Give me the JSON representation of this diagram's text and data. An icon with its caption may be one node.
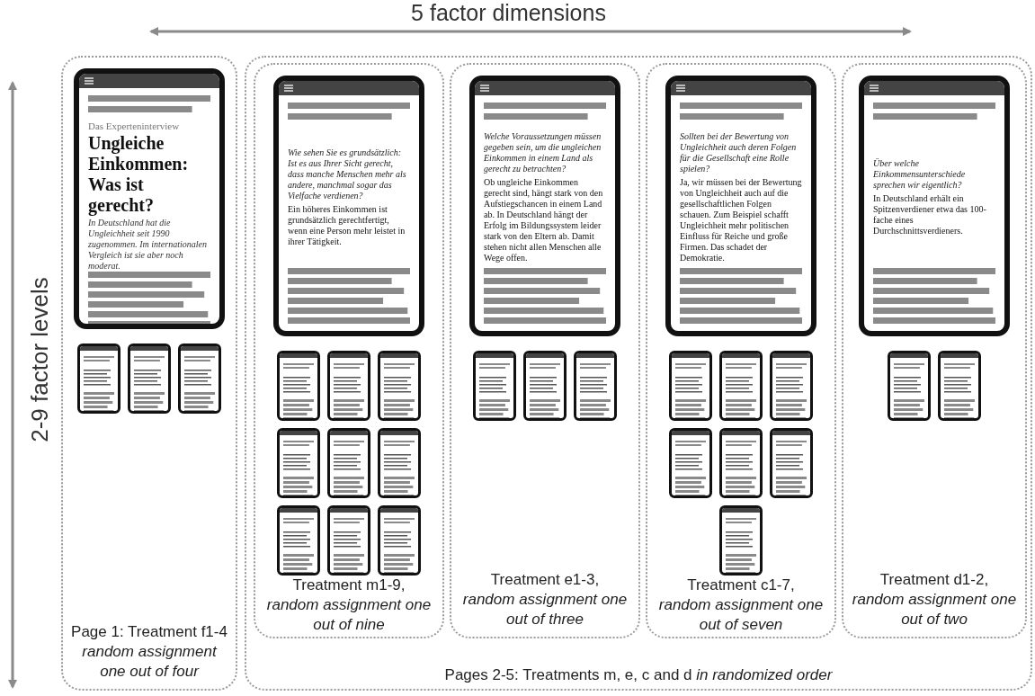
{
  "diagram": {
    "nodes": [
      {
        "text": [
          "Page 1: Treatment f1-4 *random assignment one out of four*"
        ]
      },
      {
        "text": [
          "Das Experteninterview",
          "Ungleiche Einkommen: Was ist gerecht?",
          "In Deutschland hat die Ungleichheit seit 1990 zugenommen. Im internationalen Vergleich ist sie aber noch moderat."
        ],
        "in": 0
      },
      {
        "text": [],
        "shape": "box",
        "in": 0
      },
      {
        "text": [],
        "shape": "box",
        "in": 0
      },
      {
        "text": [],
        "shape": "box",
        "in": 0
      },
      {
        "text": [
          "Pages 2-5: Treatments m, e, c and d *in randomized order*"
        ]
      },
      {
        "text": [
          "Treatment m1-9, *random assignment one out of nine*"
        ],
        "in": 5
      },
      {
        "text": [
          "Wie sehen Sie es grundsätzlich: Ist es aus Ihrer Sicht gerecht, dass manche Menschen mehr als andere, manchmal sogar das Vielfache verdienen?",
          "Ein höheres Einkommen ist grundsätzlich gerechtfertigt, wenn eine Person mehr leistet in ihrer Tätigkeit."
        ],
        "in": 6
      },
      {
        "text": [],
        "shape": "box",
        "in": 6
      },
      {
        "text": [],
        "shape": "box",
        "in": 6
      },
      {
        "text": [],
        "shape": "box",
        "in": 6
      },
      {
        "text": [],
        "shape": "box",
        "in": 6
      },
      {
        "text": [],
        "shape": "box",
        "in": 6
      },
      {
        "text": [],
        "shape": "box",
        "in": 6
      },
      {
        "text": [],
        "shape": "box",
        "in": 6
      },
      {
        "text": [],
        "shape": "box",
        "in": 6
      },
      {
        "text": [],
        "shape": "box",
        "in": 6
      },
      {
        "text": [
          "Treatment e1-3, *random assignment one out of three*"
        ],
        "in": 5
      },
      {
        "text": [
          "Welche Voraussetzungen müssen gegeben sein, um die ungleichen Einkommen in einem Land als gerecht zu betrachten?",
          "Ob ungleiche Einkommen gerecht sind, hängt stark von den Aufstiegschancen in einem Land ab. In Deutschland hängt der Erfolg im Bildungssystem leider stark von den Eltern ab. Damit stehen nicht allen Menschen alle Wege offen."
        ],
        "in": 17
      },
      {
        "text": [],
        "shape": "box",
        "in": 17
      },
      {
        "text": [],
        "shape": "box",
        "in": 17
      },
      {
        "text": [],
        "shape": "box",
        "in": 17
      },
      {
        "text": [
          "Treatment c1-7, *random assignment one out of seven*"
        ],
        "in": 5
      },
      {
        "text": [
          "Sollten bei der Bewertung von Ungleichheit auch deren Folgen für die Gesellschaft eine Rolle spielen?",
          "Ja, wir müssen bei der Bewertung von Ungleichheit auch auf die gesellschaftlichen Folgen schauen. Zum Beispiel schafft Ungleichheit mehr politischen Einfluss für Reiche und große Firmen. Das schadet der Demokratie."
        ],
        "in": 22
      },
      {
        "text": [],
        "shape": "box",
        "in": 22
      },
      {
        "text": [],
        "shape": "box",
        "in": 22
      },
      {
        "text": [],
        "shape": "box",
        "in": 22
      },
      {
        "text": [],
        "shape": "box",
        "in": 22
      },
      {
        "text": [],
        "shape": "box",
        "in": 22
      },
      {
        "text": [],
        "shape": "box",
        "in": 22
      },
      {
        "text": [],
        "shape": "box",
        "in": 22
      },
      {
        "text": [
          "Treatment d1-2, *random assignment one out of two*"
        ],
        "in": 5
      },
      {
        "text": [
          "Über welche Einkommensunterschiede sprechen wir eigentlich?",
          "In Deutschland erhält ein Spitzenverdiener etwa das 100-fache eines Durchschnittsverdieners."
        ],
        "in": 31
      },
      {
        "text": [],
        "shape": "box",
        "in": 31
      },
      {
        "text": [],
        "shape": "box",
        "in": 31
      }
    ],
    "labels": [
      "5 factor dimensions",
      "2-9 factor levels"
    ]
  }
}
